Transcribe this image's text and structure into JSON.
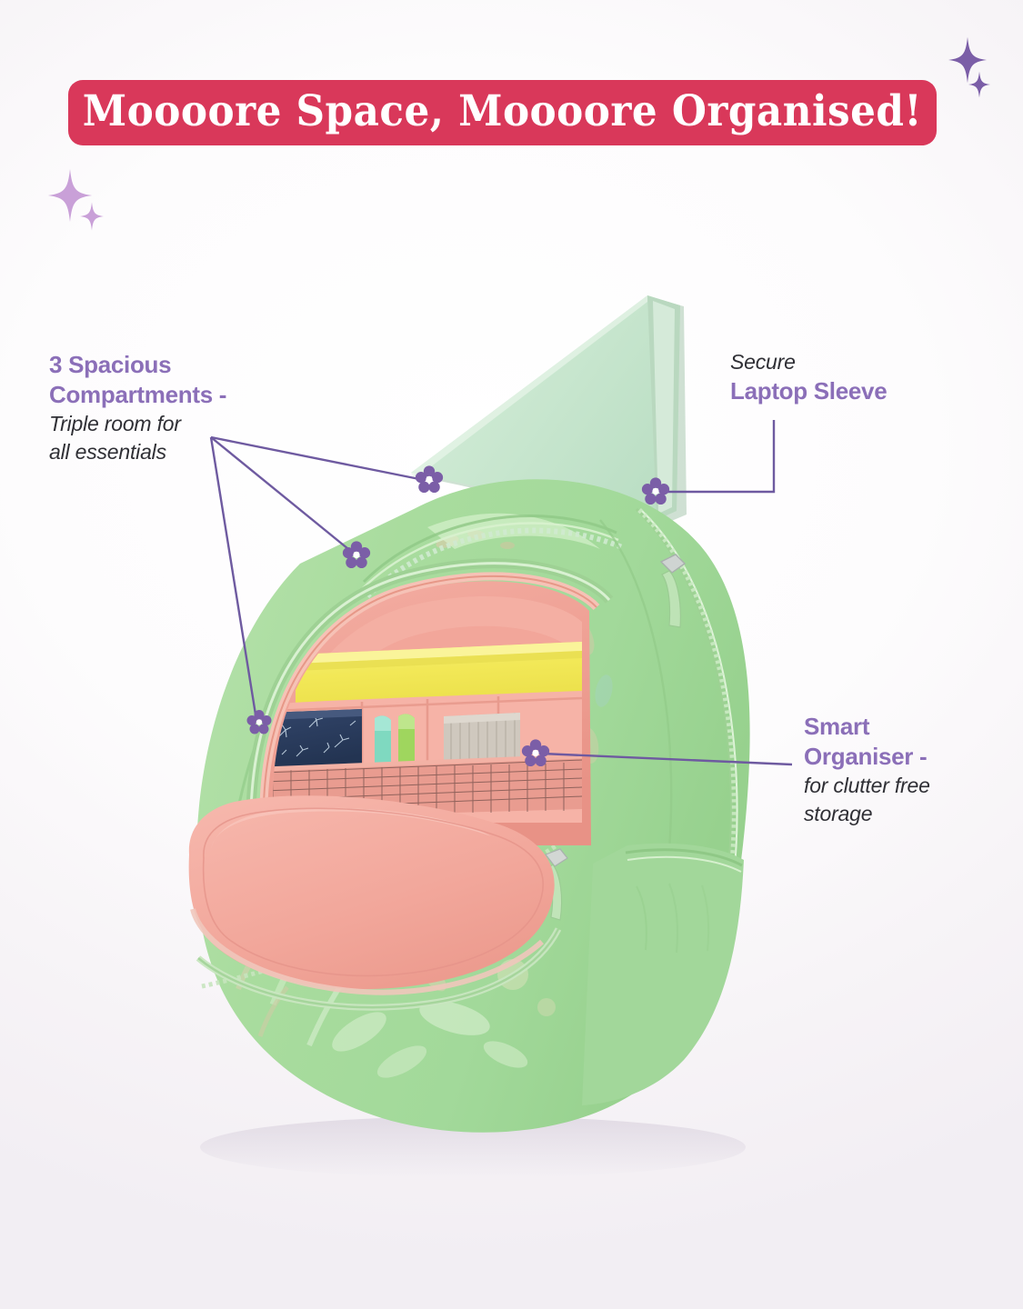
{
  "banner": {
    "headline": "Moooore Space, Moooore Organised!",
    "bg_color": "#D9385A",
    "text_color": "#FFFFFF"
  },
  "theme": {
    "accent_purple": "#8B6FB8",
    "leader_line_color": "#6E5AA0",
    "body_text_color": "#2F2F35",
    "background": "#FAF8FB",
    "bag_green": "#A8DDA0",
    "bag_green_light": "#C6ECBE",
    "lining_pink": "#F2A9A0",
    "lining_pink_light": "#F6BDB3",
    "laptop_mint": "#CDE8D2",
    "notebook_navy": "#2A3B5C",
    "notebook_yellow": "#F2E85C",
    "pencil_case_grey": "#CFC8BE"
  },
  "annotations": [
    {
      "id": "compartments",
      "highlight": "3 Spacious",
      "highlight2": "Compartments -",
      "subtitle": "Triple room for",
      "subtitle2": "all essentials",
      "marker_count": 3
    },
    {
      "id": "laptop",
      "subtitle": "Secure",
      "highlight": "Laptop Sleeve",
      "marker_count": 1
    },
    {
      "id": "organiser",
      "highlight": "Smart",
      "highlight2": "Organiser -",
      "subtitle": "for clutter free",
      "subtitle2": "storage",
      "marker_count": 1
    }
  ],
  "product": {
    "name": "kids-backpack",
    "color_way": "mint-green-with-pink-lining",
    "contents": [
      "laptop",
      "yellow-notebook",
      "navy-dandelion-notebook",
      "mint-pen",
      "green-pen",
      "grey-pencil-case"
    ]
  },
  "icons": {
    "marker": "flower-icon",
    "sparkle": "sparkle-icon"
  }
}
